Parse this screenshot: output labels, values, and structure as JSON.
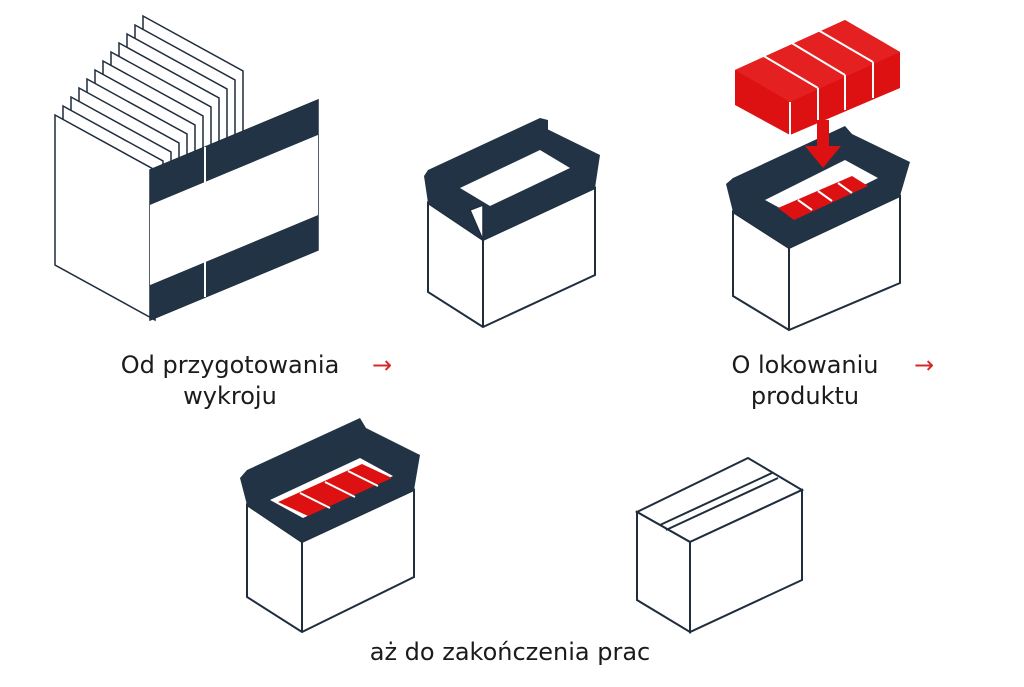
{
  "steps": [
    {
      "id": "blanks",
      "caption_lines": [
        "Od przygotowania",
        "wykroju"
      ],
      "arrow": "→"
    },
    {
      "id": "open-box",
      "caption_lines": []
    },
    {
      "id": "placing-product",
      "caption_lines": [
        "O lokowaniu",
        "produktu"
      ],
      "arrow": "→"
    },
    {
      "id": "filled-box",
      "caption_lines": []
    },
    {
      "id": "closed-box",
      "caption_lines": []
    }
  ],
  "final_caption": "aż do zakończenia prac",
  "colors": {
    "outline": "#1f2d3d",
    "flap": "#213345",
    "product": "#dd1111",
    "arrow_accent": "#d62828",
    "background": "#ffffff"
  },
  "icons": [
    "stacked-blanks-icon",
    "open-box-icon",
    "product-drop-icon",
    "filled-box-icon",
    "closed-box-icon",
    "down-arrow-icon"
  ]
}
